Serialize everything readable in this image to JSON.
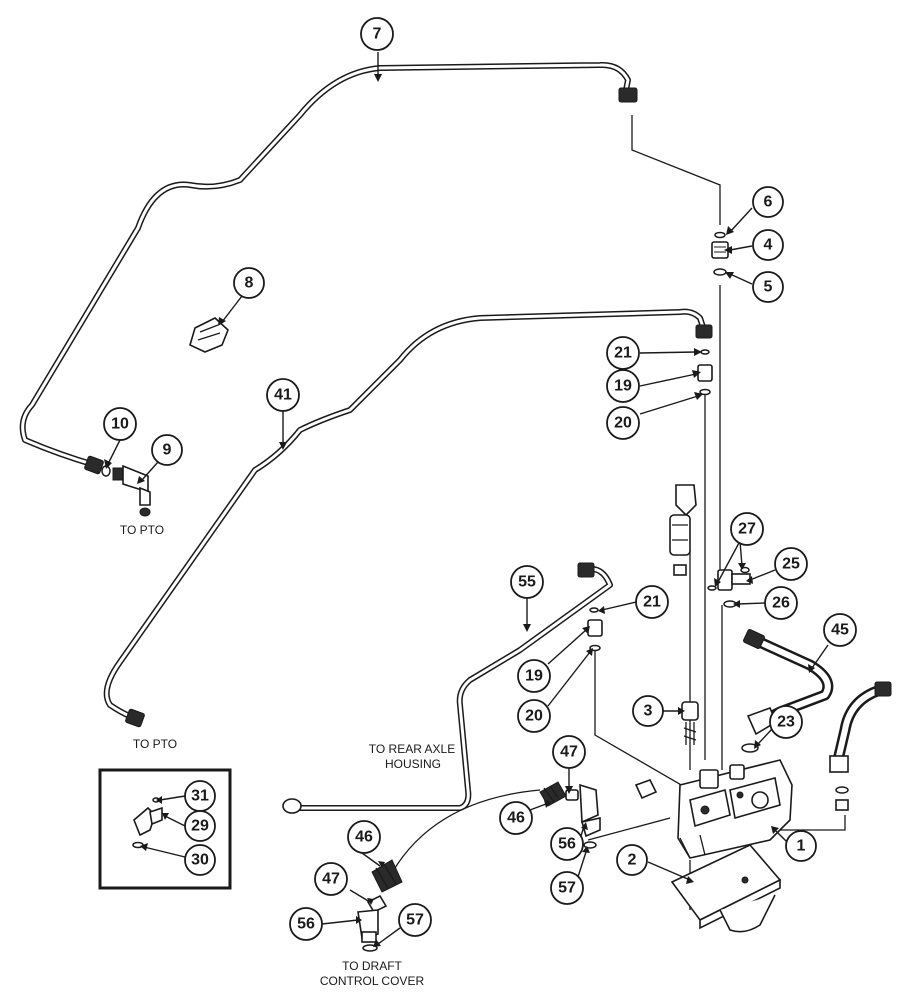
{
  "callouts": [
    {
      "id": "c7",
      "label": "7"
    },
    {
      "id": "c6",
      "label": "6"
    },
    {
      "id": "c4",
      "label": "4"
    },
    {
      "id": "c5",
      "label": "5"
    },
    {
      "id": "c8",
      "label": "8"
    },
    {
      "id": "c41",
      "label": "41"
    },
    {
      "id": "c21a",
      "label": "21"
    },
    {
      "id": "c19a",
      "label": "19"
    },
    {
      "id": "c20a",
      "label": "20"
    },
    {
      "id": "c10",
      "label": "10"
    },
    {
      "id": "c9",
      "label": "9"
    },
    {
      "id": "c27",
      "label": "27"
    },
    {
      "id": "c25",
      "label": "25"
    },
    {
      "id": "c26",
      "label": "26"
    },
    {
      "id": "c55",
      "label": "55"
    },
    {
      "id": "c21b",
      "label": "21"
    },
    {
      "id": "c19b",
      "label": "19"
    },
    {
      "id": "c20b",
      "label": "20"
    },
    {
      "id": "c45",
      "label": "45"
    },
    {
      "id": "c3",
      "label": "3"
    },
    {
      "id": "c23",
      "label": "23"
    },
    {
      "id": "c47a",
      "label": "47"
    },
    {
      "id": "c46a",
      "label": "46"
    },
    {
      "id": "c56a",
      "label": "56"
    },
    {
      "id": "c57a",
      "label": "57"
    },
    {
      "id": "c1",
      "label": "1"
    },
    {
      "id": "c2",
      "label": "2"
    },
    {
      "id": "c31",
      "label": "31"
    },
    {
      "id": "c29",
      "label": "29"
    },
    {
      "id": "c30",
      "label": "30"
    },
    {
      "id": "c46b",
      "label": "46"
    },
    {
      "id": "c47b",
      "label": "47"
    },
    {
      "id": "c56b",
      "label": "56"
    },
    {
      "id": "c57b",
      "label": "57"
    }
  ],
  "notes": {
    "to_pto_1": "TO PTO",
    "to_pto_2": "TO PTO",
    "to_rear_axle_line1": "TO REAR AXLE",
    "to_rear_axle_line2": "HOUSING",
    "to_draft_line1": "TO DRAFT",
    "to_draft_line2": "CONTROL COVER"
  }
}
